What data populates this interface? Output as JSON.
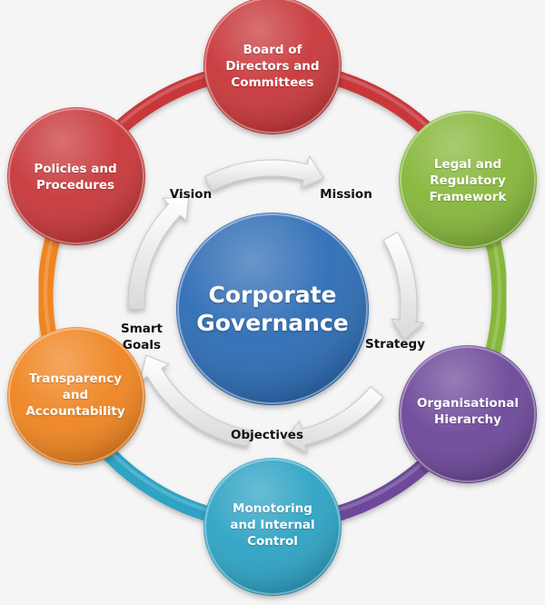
{
  "title": "Corporate Governance",
  "center": {
    "label": "Corporate\nGovernance",
    "color": "#2f6db5"
  },
  "nodes": [
    {
      "id": "board",
      "label": "Board of\nDirectors and\nCommittees",
      "color": "#c8393a"
    },
    {
      "id": "legal",
      "label": "Legal and\nRegulatory\nFramework",
      "color": "#86b73a"
    },
    {
      "id": "organisational",
      "label": "Organisational\nHierarchy",
      "color": "#6e4a9a"
    },
    {
      "id": "monitoring",
      "label": "Monotoring\nand Internal\nControl",
      "color": "#2ea3c4"
    },
    {
      "id": "transparency",
      "label": "Transparency\nand\nAccountability",
      "color": "#ef8521"
    },
    {
      "id": "policies",
      "label": "Policies and\nProcedures",
      "color": "#c8393a"
    }
  ],
  "cycle": [
    {
      "id": "vision",
      "label": "Vision"
    },
    {
      "id": "mission",
      "label": "Mission"
    },
    {
      "id": "strategy",
      "label": "Strategy"
    },
    {
      "id": "objectives",
      "label": "Objectives"
    },
    {
      "id": "smart-goals",
      "label": "Smart\nGoals"
    }
  ]
}
